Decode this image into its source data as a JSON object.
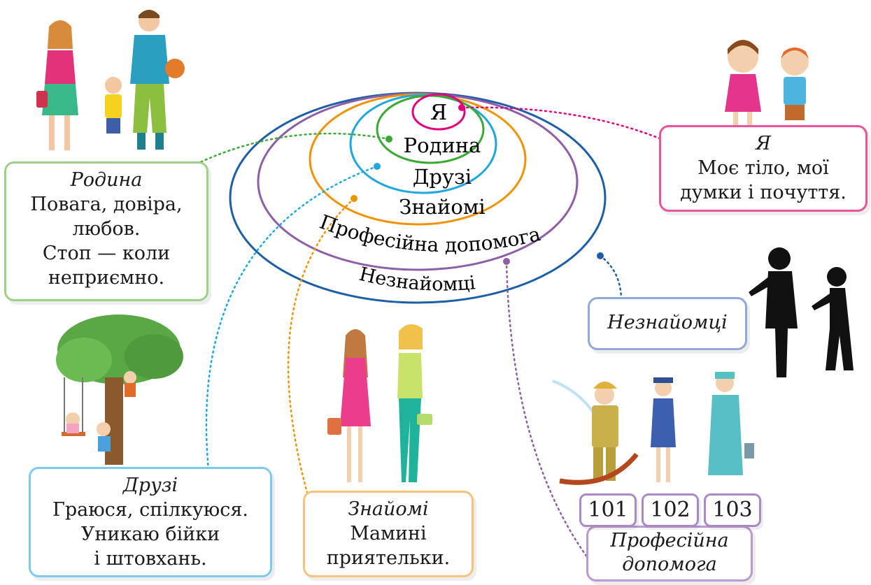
{
  "rings": {
    "ya": "Я",
    "rodyna": "Родина",
    "druzi": "Друзі",
    "znaiomi": "Знайомі",
    "profesiina": "Професійна допомога",
    "neznaiomtsi": "Незнайомці"
  },
  "boxes": {
    "ya": {
      "title": "Я",
      "lines": [
        "Моє тіло, мої",
        "думки і почуття."
      ]
    },
    "rodyna": {
      "title": "Родина",
      "lines": [
        "Повага, довіра,",
        "любов.",
        "Стоп — коли",
        "неприємно."
      ]
    },
    "druzi": {
      "title": "Друзі",
      "lines": [
        "Граюся, спілкуюся.",
        "Уникаю бійки",
        "і штовхань."
      ]
    },
    "znaiomi": {
      "title": "Знайомі",
      "lines": [
        "Мамині",
        "приятельки."
      ]
    },
    "neznaiomtsi": {
      "title": "Незнайомці"
    },
    "profesiina": {
      "title_lines": [
        "Професійна",
        "допомога"
      ]
    }
  },
  "emergency_numbers": [
    "101",
    "102",
    "103"
  ],
  "colors": {
    "ya": "#e4007c",
    "rodyna": "#3aaa35",
    "druzi": "#1fa8df",
    "znaiomi": "#f39200",
    "profesiina": "#8e5ea8",
    "neznaiomtsi": "#1d5fa7",
    "ya_box": "#e8559a",
    "rodyna_box": "#9dd18a",
    "druzi_box": "#7ccbee",
    "znaiomi_box": "#f7c27a",
    "profesiina_box": "#b99ad4",
    "neznaiomtsi_box": "#8fa9d8"
  }
}
